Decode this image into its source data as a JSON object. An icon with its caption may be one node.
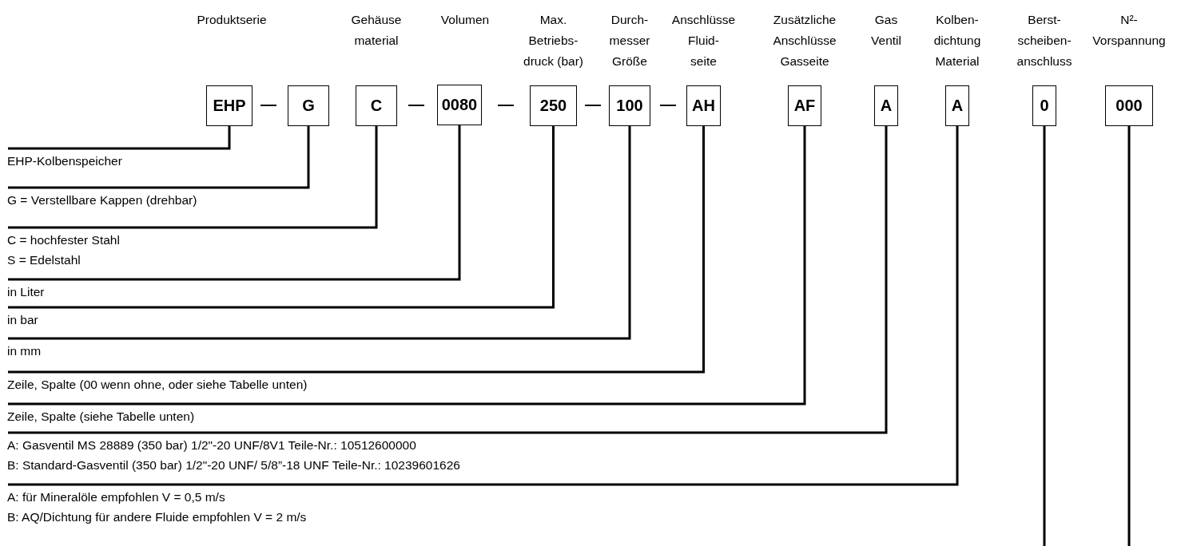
{
  "diagram": {
    "nodes": [
      {
        "text": [
          "EHP"
        ]
      },
      {
        "text": [
          "G"
        ]
      },
      {
        "text": [
          "C"
        ],
        "beside": [
          "Gehäuse material"
        ]
      },
      {
        "text": [
          "0080"
        ]
      },
      {
        "text": [
          "250"
        ],
        "beside": [
          "Max. Betriebs- druck (bar)"
        ]
      },
      {
        "text": [
          "100"
        ],
        "beside": [
          "Durch- messer Größe"
        ]
      },
      {
        "text": [
          "AH"
        ],
        "beside": [
          "Anschlüsse Fluid- seite"
        ]
      },
      {
        "text": [
          "AF"
        ],
        "beside": [
          "Zusätzliche Anschlüsse Gasseite"
        ]
      },
      {
        "text": [
          "A"
        ],
        "beside": [
          "Gas Ventil"
        ]
      },
      {
        "text": [
          "A"
        ],
        "beside": [
          "Kolben- dichtung Material"
        ]
      },
      {
        "text": [
          "0"
        ],
        "beside": [
          "Berst- scheiben- anschluss"
        ]
      },
      {
        "text": [
          "000"
        ],
        "beside": [
          "N²- Vorspannung"
        ]
      },
      {
        "text": [
          "EHP-Kolbenspeicher"
        ]
      },
      {
        "text": [
          "G = Verstellbare Kappen (drehbar)"
        ]
      },
      {
        "text": [
          "C = hochfester Stahl",
          "S = Edelstahl"
        ]
      },
      {
        "text": [
          "in Liter"
        ]
      },
      {
        "text": [
          "in bar"
        ]
      },
      {
        "text": [
          "in mm"
        ]
      },
      {
        "text": [
          "Zeile, Spalte (00 wenn ohne, oder siehe Tabelle unten)"
        ]
      },
      {
        "text": [
          "Zeile, Spalte (siehe Tabelle unten)"
        ]
      },
      {
        "text": [
          "A: Gasventil MS 28889 (350 bar) 1/2\"-20 UNF/8V1 Teile-Nr.: 10512600000",
          "B: Standard-Gasventil (350 bar) 1/2\"-20 UNF/ 5/8”-18 UNF Teile-Nr.: 10239601626"
        ]
      },
      {
        "text": [
          "A: für Mineralöle empfohlen V = 0,5 m/s",
          "B: AQ/Dichtung für andere Fluide empfohlen V = 2 m/s"
        ]
      }
    ],
    "edges": [
      {
        "from": 0,
        "to": 12,
        "arrow": "none"
      },
      {
        "from": 1,
        "to": 13,
        "arrow": "none"
      },
      {
        "from": 2,
        "to": 14,
        "arrow": "none"
      },
      {
        "from": 3,
        "to": 15,
        "arrow": "none"
      },
      {
        "from": 4,
        "to": 16,
        "arrow": "none"
      },
      {
        "from": 5,
        "to": 17,
        "arrow": "none"
      },
      {
        "from": 6,
        "to": 18,
        "arrow": "none"
      },
      {
        "from": 7,
        "to": 19,
        "arrow": "none"
      },
      {
        "from": 8,
        "to": 20,
        "arrow": "none"
      },
      {
        "from": 9,
        "to": 21,
        "arrow": "none"
      },
      {
        "from": 10,
        "to": null,
        "arrow": "none"
      },
      {
        "from": 11,
        "to": null,
        "arrow": "none"
      }
    ],
    "labels": [
      "Produktserie",
      "Volumen",
      "—",
      "—",
      "—",
      "—",
      "—"
    ]
  }
}
